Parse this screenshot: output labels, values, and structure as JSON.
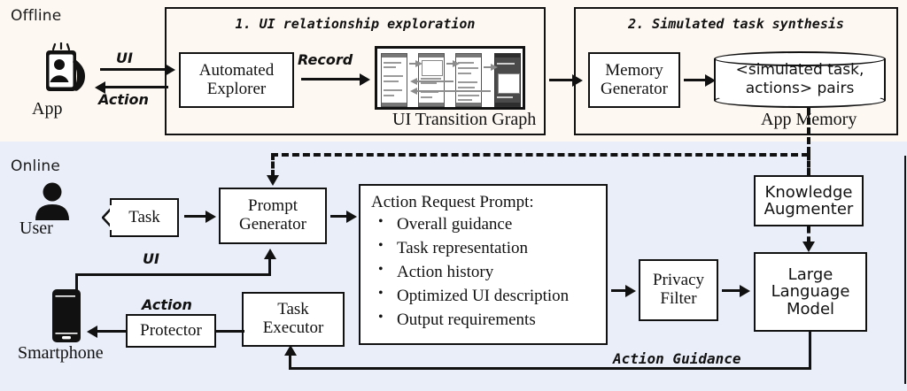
{
  "regions": {
    "offline": {
      "label": "Offline",
      "bg": "#fdf8f2"
    },
    "online": {
      "label": "Online",
      "bg": "#eaeef8"
    }
  },
  "offline": {
    "stage1": {
      "title": "1. UI relationship exploration",
      "app_caption": "App",
      "app_icon": "app-phone-person-icon",
      "edge_ui": "UI",
      "edge_action": "Action",
      "automated_explorer": "Automated\nExplorer",
      "automated_explorer_line1": "Automated",
      "automated_explorer_line2": "Explorer",
      "edge_record": "Record",
      "ui_transition_graph_caption": "UI Transition Graph"
    },
    "stage2": {
      "title": "2. Simulated task synthesis",
      "memory_generator_line1": "Memory",
      "memory_generator_line2": "Generator",
      "app_memory_line1": "<simulated task,",
      "app_memory_line2": "actions> pairs",
      "app_memory_caption": "App Memory"
    }
  },
  "online": {
    "user_caption": "User",
    "user_icon": "user-person-icon",
    "task_label": "Task",
    "prompt_generator_line1": "Prompt",
    "prompt_generator_line2": "Generator",
    "action_request_prompt": {
      "heading": "Action Request Prompt:",
      "items": [
        "Overall guidance",
        "Task representation",
        "Action history",
        "Optimized UI description",
        "Output requirements"
      ]
    },
    "privacy_filter_line1": "Privacy",
    "privacy_filter_line2": "Filter",
    "llm_line1": "Large",
    "llm_line2": "Language",
    "llm_line3": "Model",
    "knowledge_augmenter_line1": "Knowledge",
    "knowledge_augmenter_line2": "Augmenter",
    "task_executor_line1": "Task",
    "task_executor_line2": "Executor",
    "protector_label": "Protector",
    "smartphone_caption": "Smartphone",
    "smartphone_icon": "smartphone-icon",
    "edge_ui": "UI",
    "edge_action": "Action",
    "edge_action_guidance": "Action Guidance"
  },
  "colors": {
    "offline_bg": "#fdf8f2",
    "online_bg": "#eaeef8",
    "stroke": "#111111",
    "node_fill": "#ffffff",
    "graph_arrow": "#8c8c8c"
  }
}
